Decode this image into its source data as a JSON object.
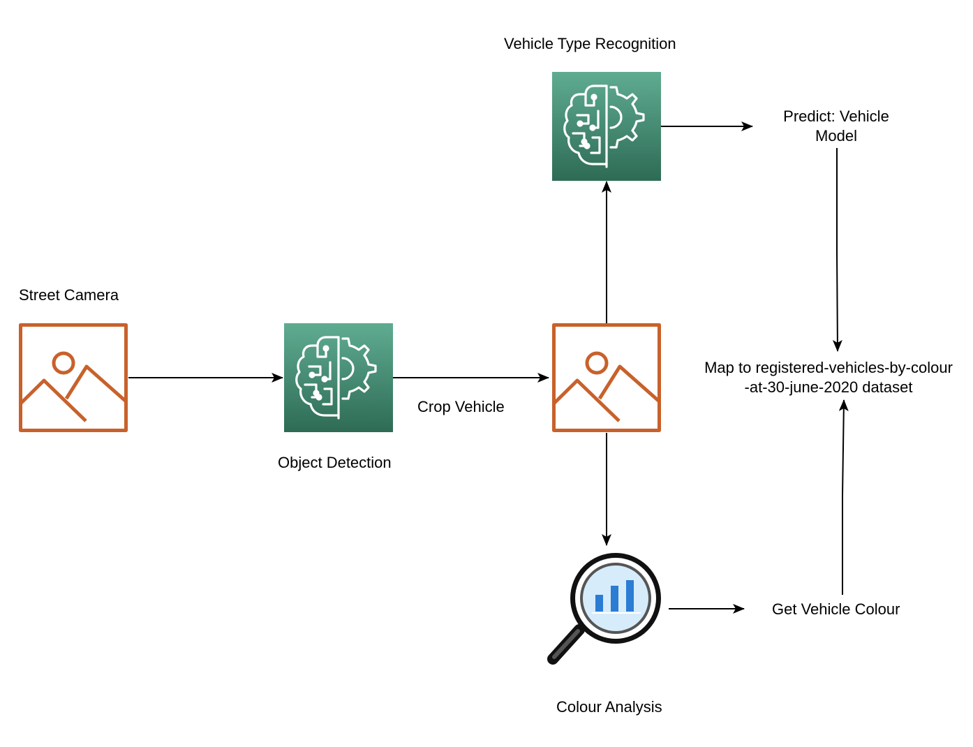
{
  "colors": {
    "image_icon": "#C8612B",
    "ml_gradient_top": "#5FAC91",
    "ml_gradient_bottom": "#2E6B55",
    "ml_stroke": "#FFFFFF",
    "connector": "#000000",
    "magnifier_rim": "#111111",
    "magnifier_glass": "#D6ECFB",
    "bar_blue": "#2B7CD3"
  },
  "nodes": {
    "street_camera": {
      "label": "Street Camera",
      "icon": "image-icon"
    },
    "object_detection": {
      "label": "Object Detection",
      "icon": "ml-brain-gear-icon"
    },
    "cropped_image": {
      "icon": "image-icon"
    },
    "vehicle_type_recognition": {
      "label": "Vehicle Type Recognition",
      "icon": "ml-brain-gear-icon"
    },
    "colour_analysis": {
      "label": "Colour Analysis",
      "icon": "magnifier-chart-icon"
    },
    "predict_vehicle_model": {
      "line1": "Predict: Vehicle",
      "line2": "Model"
    },
    "get_vehicle_colour": {
      "label": "Get Vehicle Colour"
    },
    "map_dataset": {
      "line1": "Map to registered-vehicles-by-colour",
      "line2": "-at-30-june-2020 dataset"
    }
  },
  "edges": {
    "crop_vehicle": {
      "label": "Crop Vehicle"
    }
  }
}
